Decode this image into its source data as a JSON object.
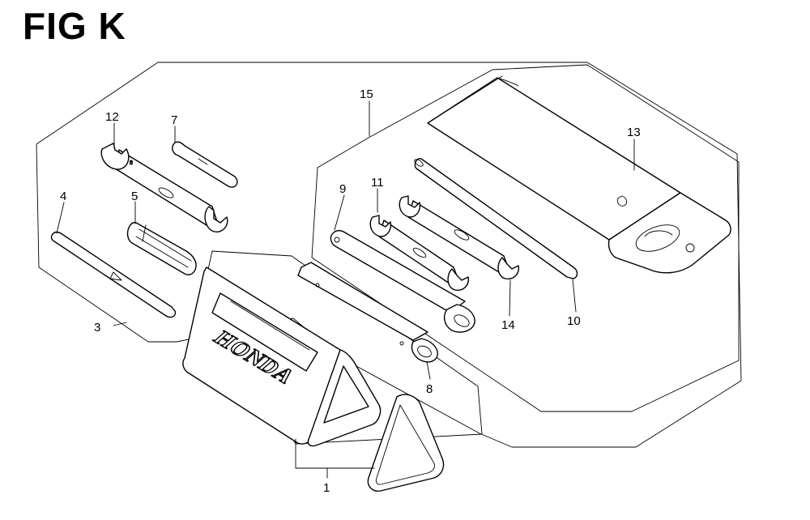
{
  "figure": {
    "title": "FIG K"
  },
  "brand": "HONDA",
  "callouts": {
    "c1": "1",
    "c3": "3",
    "c4": "4",
    "c5": "5",
    "c7": "7",
    "c8": "8",
    "c9": "9",
    "c10": "10",
    "c11": "11",
    "c12": "12",
    "c13": "13",
    "c14": "14",
    "c15": "15"
  }
}
